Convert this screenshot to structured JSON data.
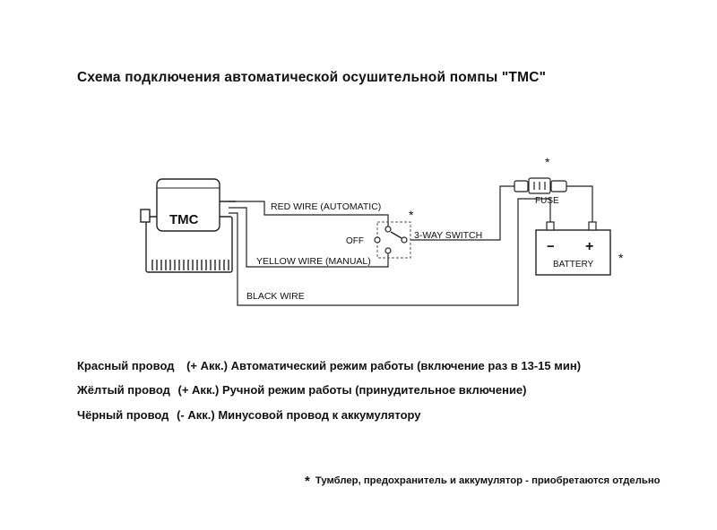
{
  "title": "Схема подключения автоматической осушительной помпы \"TMC\"",
  "diagram": {
    "pump_label": "TMC",
    "red_wire": "RED WIRE (AUTOMATIC)",
    "yellow_wire": "YELLOW WIRE (MANUAL)",
    "black_wire": "BLACK WIRE",
    "switch_off": "OFF",
    "switch_label": "3-WAY SWITCH",
    "fuse_label": "FUSE",
    "battery_label": "BATTERY",
    "battery_minus": "−",
    "battery_plus": "+",
    "asterisk": "*"
  },
  "legend": [
    {
      "wire": "Красный провод",
      "polarity": "(+ Акк.)",
      "description": "Автоматический режим работы (включение раз в 13-15 мин)"
    },
    {
      "wire": "Жёлтый провод",
      "polarity": "(+ Акк.)",
      "description": "Ручной режим работы (принудительное включение)"
    },
    {
      "wire": "Чёрный провод",
      "polarity": "(- Акк.)",
      "description": "Минусовой провод к аккумулятору"
    }
  ],
  "footnote": {
    "star": "*",
    "text": "Тумблер, предохранитель и аккумулятор - приобретаются отдельно"
  }
}
